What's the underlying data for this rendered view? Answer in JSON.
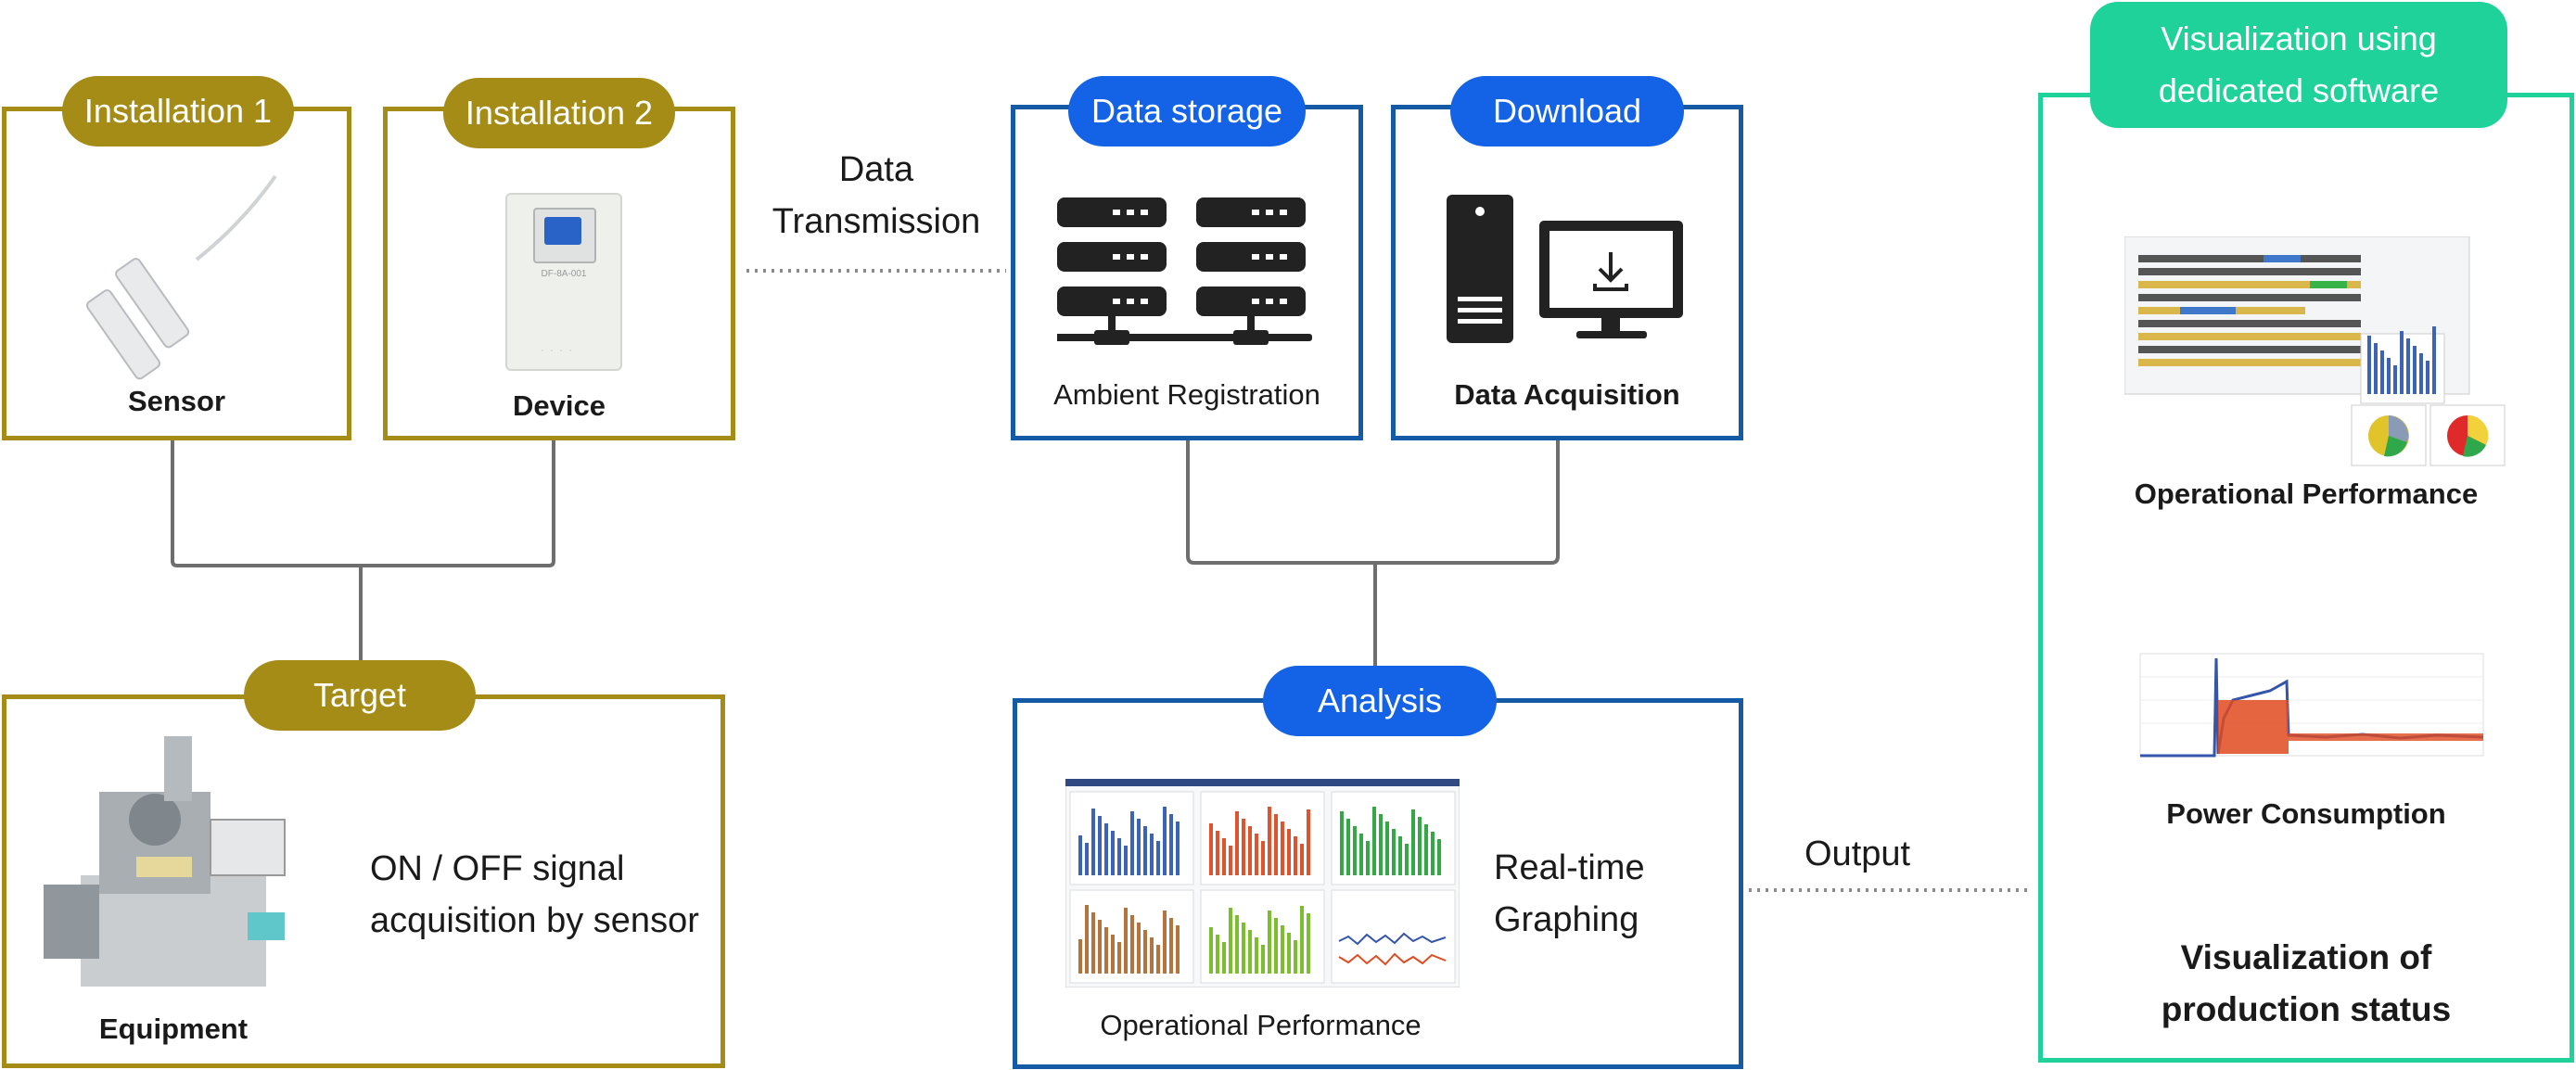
{
  "installation1": {
    "title": "Installation 1",
    "caption": "Sensor"
  },
  "installation2": {
    "title": "Installation 2",
    "caption": "Device",
    "device_label": "DF-8A-001"
  },
  "transmission": {
    "line1": "Data",
    "line2": "Transmission"
  },
  "data_storage": {
    "title": "Data storage",
    "caption": "Ambient Registration"
  },
  "download": {
    "title": "Download",
    "caption": "Data Acquisition"
  },
  "target": {
    "title": "Target",
    "caption": "Equipment",
    "desc_line1": "ON / OFF signal",
    "desc_line2": "acquisition by sensor"
  },
  "analysis": {
    "title": "Analysis",
    "caption": "Operational Performance",
    "desc_line1": "Real-time",
    "desc_line2": "Graphing"
  },
  "output": {
    "label": "Output"
  },
  "visualization": {
    "title_line1": "Visualization using",
    "title_line2": "dedicated software",
    "item1_caption": "Operational Performance",
    "item2_caption": "Power Consumption",
    "footer_line1": "Visualization of",
    "footer_line2": "production status"
  },
  "colors": {
    "gold": "#a58c16",
    "blue": "#155aa5",
    "blue_pill": "#1463e6",
    "green": "#1fd29a"
  }
}
